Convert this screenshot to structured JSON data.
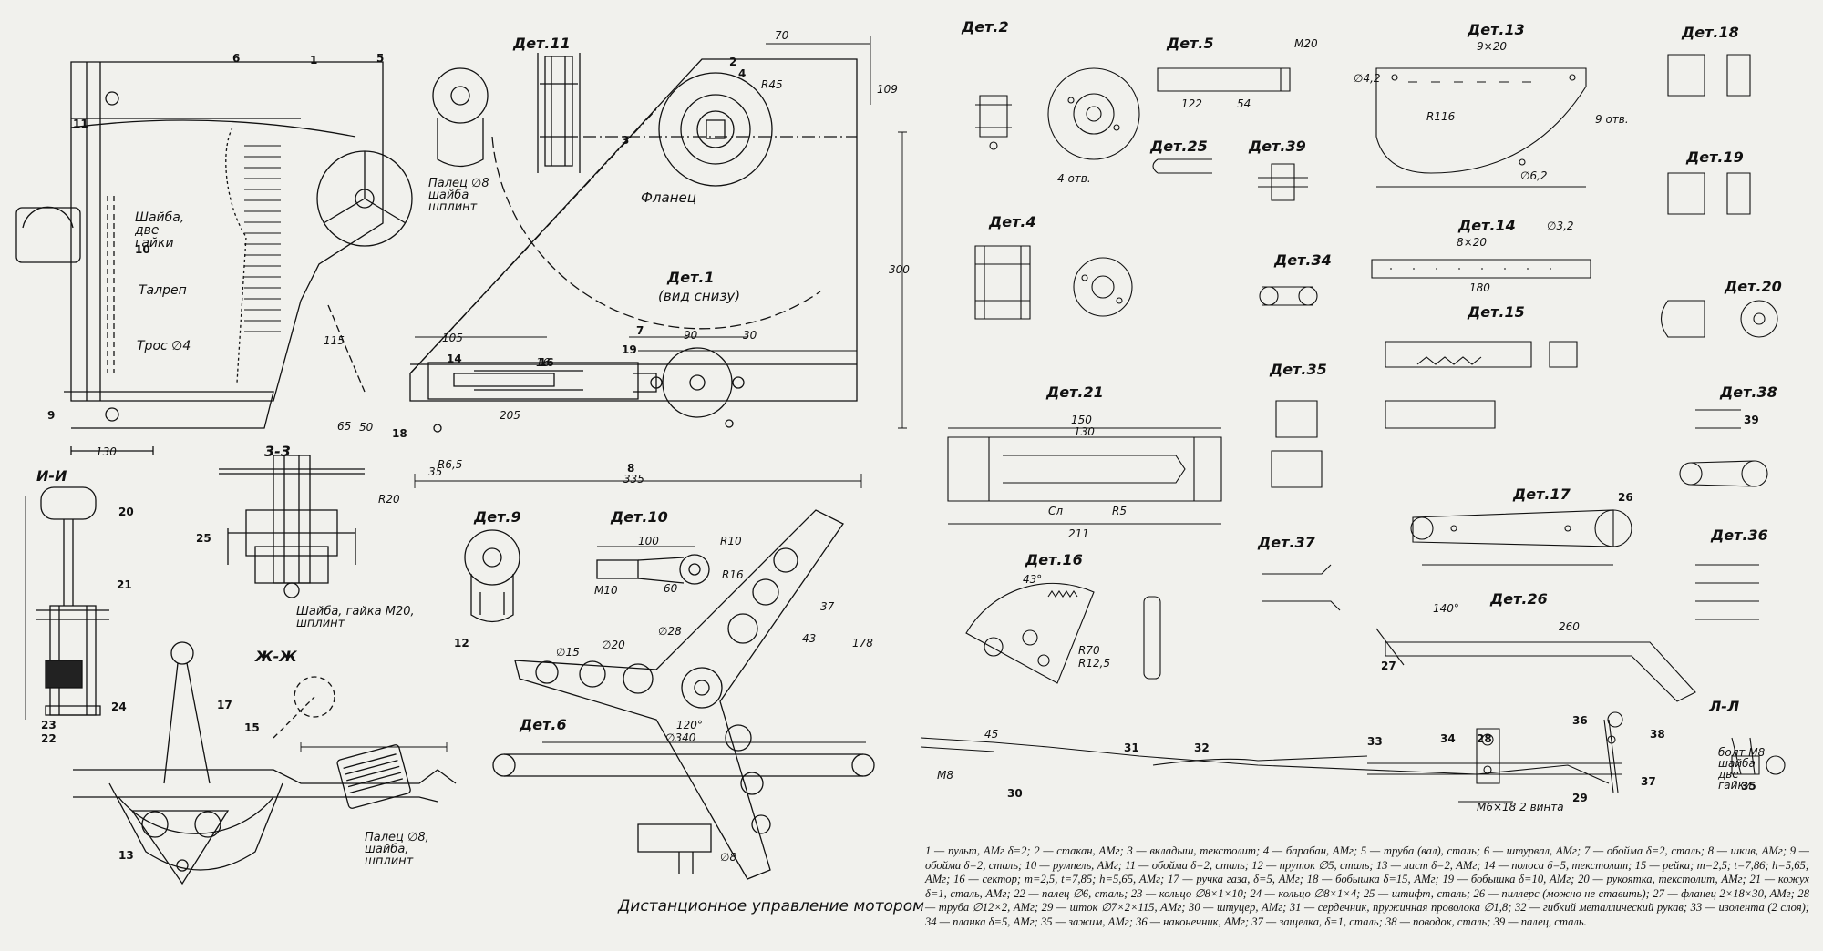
{
  "caption": "Дистанционное управление мотором",
  "legend": "1 — пульт, АМг δ=2; 2 — стакан, АМг; 3 — вкладыш, текстолит; 4 — барабан, АМг; 5 — труба (вал), сталь; 6 — штурвал, АМг; 7 — обойма δ=2, сталь; 8 — шкив, АМг; 9 — обойма δ=2, сталь; 10 — румпель, АМг; 11 — обойма δ=2, сталь; 12 — пруток ∅5, сталь; 13 — лист δ=2, АМг; 14 — полоса δ=5, текстолит; 15 — рейка; m=2,5; t=7,86; h=5,65; АМг; 16 — сектор; m=2,5, t=7,85; h=5,65, АМг; 17 — ручка газа, δ=5, АМг; 18 — бобышка δ=15, АМг; 19 — бобышка δ=10, АМг; 20 — рукоятка, текстолит, АМг; 21 — кожух δ=1, сталь, АМг; 22 — палец ∅6, сталь; 23 — кольцо ∅8×1×10; 24 — кольцо ∅8×1×4; 25 — штифт, сталь; 26 — пиллерс (можно не ставить); 27 — фланец 2×18×30, АМг; 28 — труба ∅12×2, АМг; 29 — шток ∅7×2×115, АМг; 30 — штуцер, АМг; 31 — сердечник, пружинная проволока ∅1,8; 32 — гибкий металлический рукав; 33 — изолента (2 слоя); 34 — планка δ=5, АМг; 35 — зажим, АМг; 36 — наконечник, АМг; 37 — защелка, δ=1, сталь; 38 — поводок, сталь; 39 — палец, сталь.",
  "titles": {
    "det11": "Дет.11",
    "det1": "Дет.1",
    "det1_sub": "(вид снизу)",
    "flanec": "Фланец",
    "s33": "3-3",
    "ii": "И-И",
    "zhzh": "Ж-Ж",
    "det9": "Дет.9",
    "det10": "Дет.10",
    "det6": "Дет.6",
    "det2": "Дет.2",
    "det5": "Дет.5",
    "det13": "Дет.13",
    "det18": "Дет.18",
    "det25": "Дет.25",
    "det39": "Дет.39",
    "det19": "Дет.19",
    "det4": "Дет.4",
    "det34": "Дет.34",
    "det14": "Дет.14",
    "det20": "Дет.20",
    "det15": "Дет.15",
    "det38": "Дет.38",
    "det21": "Дет.21",
    "det35": "Дет.35",
    "det17": "Дет.17",
    "det16": "Дет.16",
    "det37": "Дет.37",
    "det36": "Дет.36",
    "det26": "Дет.26",
    "ll": "Л-Л"
  },
  "notes": {
    "shayba_dve_gaiki": "Шайба, две гайки",
    "talrep": "Талреп",
    "tros": "Трос ∅4",
    "palec_a": "Палец ∅8 шайба шплинт",
    "palec_b": "Палец ∅8, шайба, шплинт",
    "shayba_gaika": "Шайба, гайка М20, шплинт",
    "bolt": "болт М8 шайба две гайки",
    "slot": "Сл"
  },
  "dims": {
    "d70": "70",
    "d109": "109",
    "d300": "300",
    "d115": "115",
    "d105": "105",
    "d16": "16",
    "d90": "90",
    "d30": "30",
    "d205": "205",
    "d335": "335",
    "d35": "35",
    "d65": "65",
    "d50": "50",
    "dR45": "R45",
    "dR20": "R20",
    "dR65": "R6,5",
    "d130": "130",
    "d340": "∅340",
    "d120": "120°",
    "d178": "178",
    "d43": "43",
    "d37": "37",
    "d28": "∅28",
    "d20": "∅20",
    "d15": "∅15",
    "d8": "∅8",
    "d100": "100",
    "d60": "60",
    "dR10": "R10",
    "dR16": "R16",
    "dM10": "М10",
    "d9x20": "9×20",
    "d180": "180",
    "d8x20": "8×20",
    "d260": "260",
    "d140": "140°",
    "d211": "211",
    "d150": "150",
    "d130b": "130",
    "dR5": "R5",
    "d122": "122",
    "d54": "54",
    "dM20": "M20",
    "dR116": "R116",
    "d62": "∅6,2",
    "d42": "∅4,2",
    "d45": "45",
    "dM8": "М8",
    "dM6x18": "М6×18 2 винта",
    "d43deg": "43°",
    "dR70": "R70",
    "dR125": "R12,5",
    "d32": "∅3,2",
    "d9otv": "9 отв.",
    "d4otv": "4 отв."
  },
  "parts": [
    "1",
    "2",
    "3",
    "4",
    "5",
    "6",
    "7",
    "8",
    "9",
    "10",
    "11",
    "12",
    "13",
    "14",
    "15",
    "16",
    "17",
    "18",
    "19",
    "20",
    "21",
    "22",
    "23",
    "24",
    "25",
    "26",
    "27",
    "28",
    "29",
    "30",
    "31",
    "32",
    "33",
    "34",
    "35",
    "36",
    "37",
    "38",
    "39"
  ]
}
